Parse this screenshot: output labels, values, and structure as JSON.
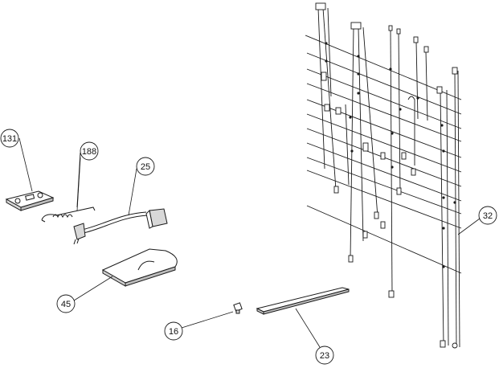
{
  "callouts": {
    "c131": "131",
    "c188": "188",
    "c25": "25",
    "c45": "45",
    "c16": "16",
    "c23": "23",
    "c32": "32"
  },
  "colors": {
    "line": "#1a1a1a",
    "fill": "#ffffff",
    "shade": "#d8d8d8"
  }
}
